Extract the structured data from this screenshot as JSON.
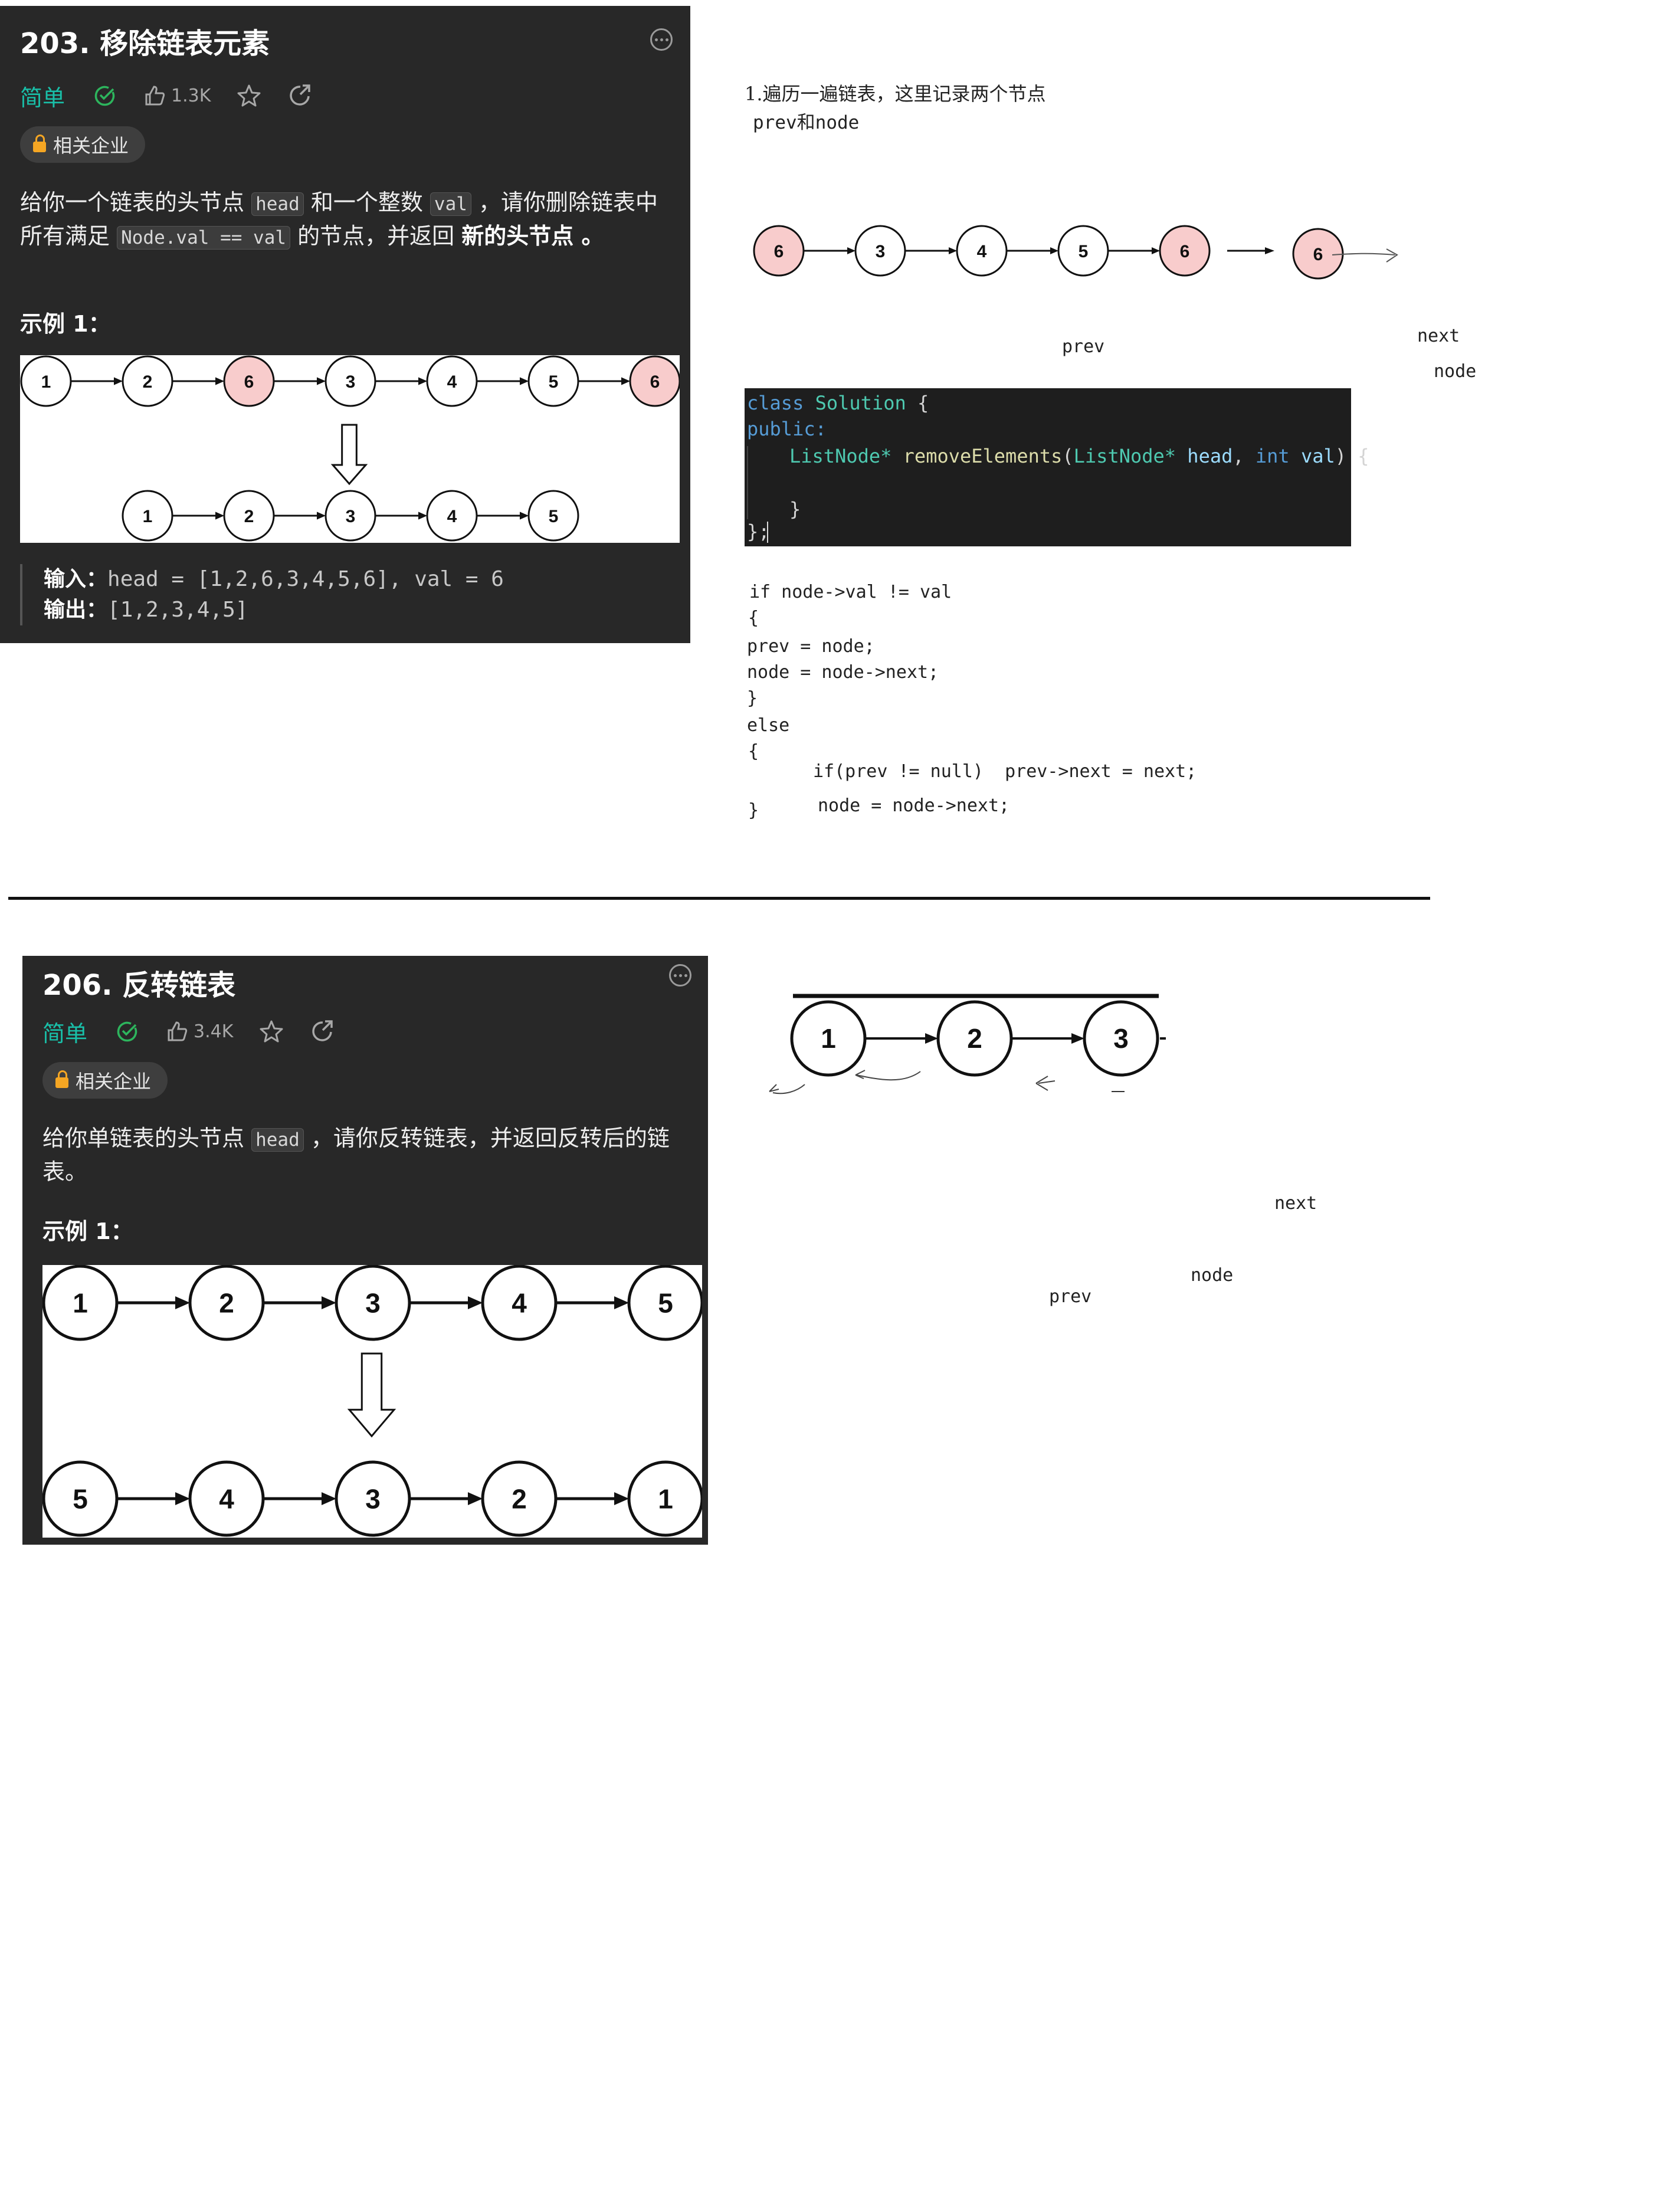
{
  "problem203": {
    "title": "203. 移除链表元素",
    "difficulty": "简单",
    "likes": "1.3K",
    "icons": [
      "solved-check-icon",
      "thumbs-up-icon",
      "star-icon",
      "share-icon",
      "more-icon"
    ],
    "company_tag": "相关企业",
    "desc_part1": "给你一个链表的头节点 ",
    "desc_code1": "head",
    "desc_part2": " 和一个整数 ",
    "desc_code2": "val",
    "desc_part3": " ，请你删除链表中所有满足 ",
    "desc_code3": "Node.val == val",
    "desc_part4": " 的节点，并返回 ",
    "desc_bold": "新的头节点",
    "desc_end": " 。",
    "example_title": "示例 1：",
    "diagram_top": [
      "1",
      "2",
      "6",
      "3",
      "4",
      "5",
      "6"
    ],
    "diagram_bottom": [
      "1",
      "2",
      "3",
      "4",
      "5"
    ],
    "input_label": "输入：",
    "input_value": "head = [1,2,6,3,4,5,6], val = 6",
    "output_label": "输出：",
    "output_value": "[1,2,3,4,5]"
  },
  "notes203": {
    "line1": "1.遍历一遍链表，这里记录两个节点",
    "line2": "prev和node",
    "sketch_nodes": [
      "6",
      "3",
      "4",
      "5",
      "6"
    ],
    "sketch_extra_node": "6",
    "label_prev": "prev",
    "label_next": "next",
    "label_node": "node"
  },
  "editor": {
    "l1_kw": "class",
    "l1_ty": "Solution",
    "l1_rest": " {",
    "l2": "public:",
    "l3_ty": "ListNode*",
    "l3_fn": "removeElements",
    "l3_paren": "(",
    "l3_ty2": "ListNode*",
    "l3_p1": "head",
    "l3_comma": ", ",
    "l3_kw": "int",
    "l3_p2": "val",
    "l3_end": ") {",
    "l5": "}",
    "l6": "};"
  },
  "pseudo": {
    "l1": "if node->val != val",
    "l2": "{",
    "l3": "prev = node;",
    "l4": "node = node->next;",
    "l5": "}",
    "l6": "else",
    "l7": "{",
    "l8": "if(prev != null)  prev->next = next;",
    "l9": "}",
    "l10": "node = node->next;"
  },
  "problem206": {
    "title": "206. 反转链表",
    "difficulty": "简单",
    "likes": "3.4K",
    "company_tag": "相关企业",
    "desc_part1": "给你单链表的头节点 ",
    "desc_code1": "head",
    "desc_part2": " ，请你反转链表，并返回反转后的链表。",
    "example_title": "示例 1：",
    "diagram_top": [
      "1",
      "2",
      "3",
      "4",
      "5"
    ],
    "diagram_bottom": [
      "5",
      "4",
      "3",
      "2",
      "1"
    ]
  },
  "notes206": {
    "sketch_nodes": [
      "1",
      "2",
      "3"
    ],
    "label_next": "next",
    "label_node": "node",
    "label_prev": "prev"
  },
  "colors": {
    "card_bg": "#282828",
    "accent_green": "#19bfa8",
    "highlight_node": "#f8cccc",
    "editor_bg": "#1e1e1e"
  }
}
